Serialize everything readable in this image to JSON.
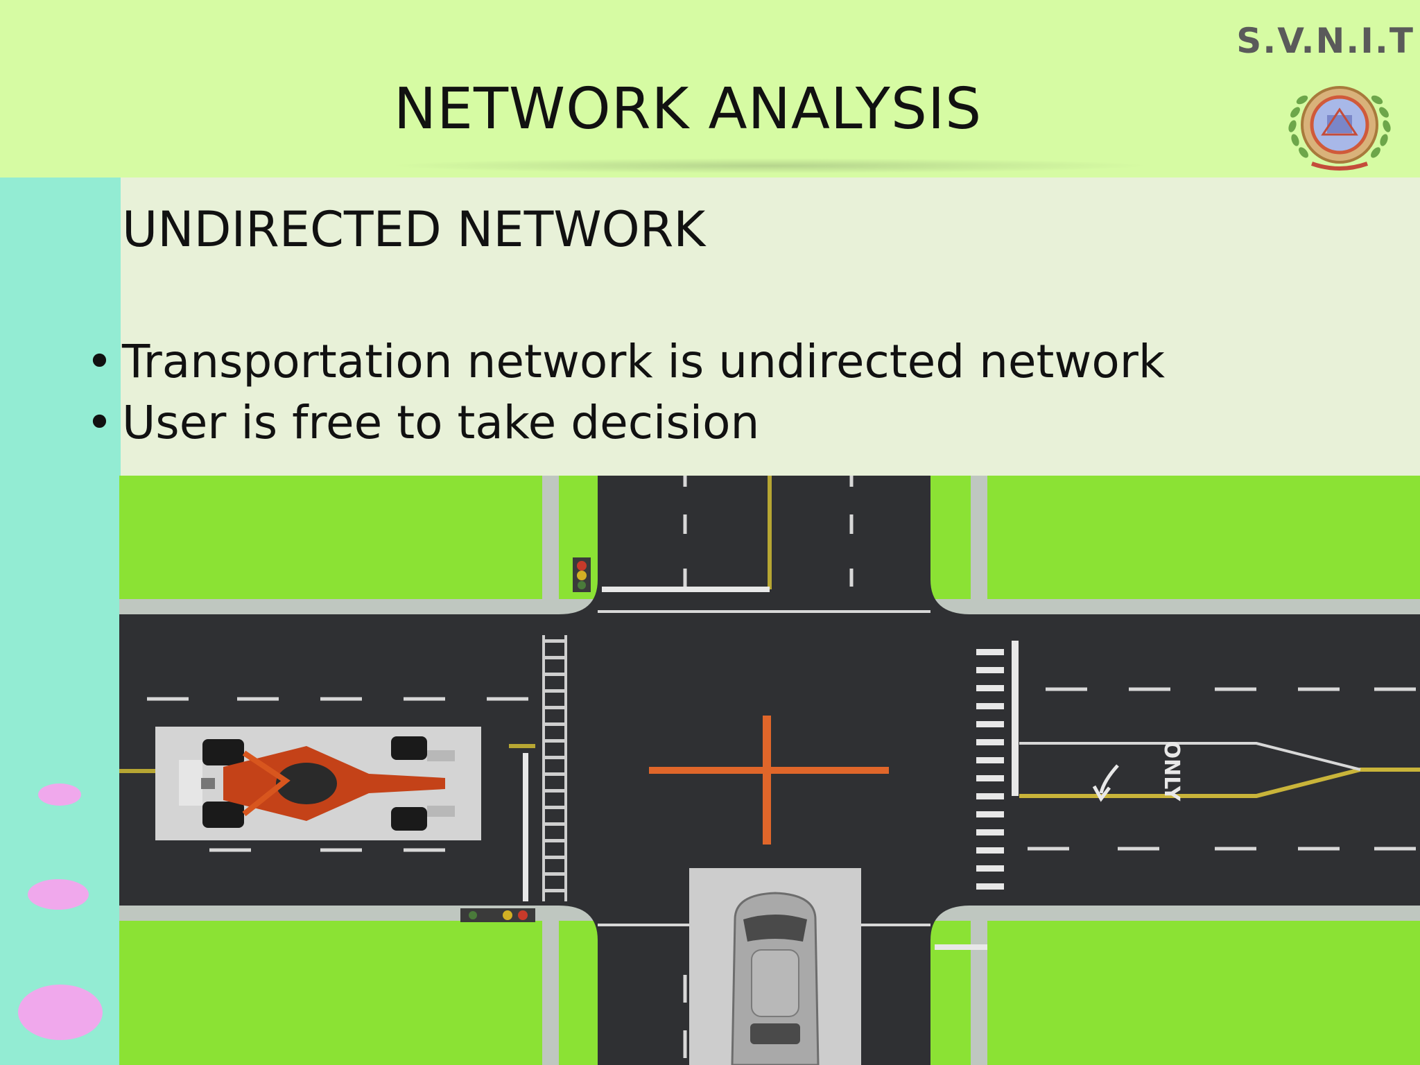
{
  "header": {
    "title": "NETWORK ANALYSIS",
    "brand": "S.V.N.I.T",
    "logo_icon": "institute-emblem-icon"
  },
  "content": {
    "subtitle": "UNDIRECTED NETWORK",
    "bullets": [
      "Transportation network is undirected network",
      "User is free to take decision"
    ]
  },
  "illustration": {
    "road_marking_text": "ONLY"
  },
  "colors": {
    "header_band": "#d6fba3",
    "side_band": "#93ecd3",
    "body": "#e8f1d8",
    "grass": "#8be234",
    "road": "#2f3033",
    "sidewalk": "#bfc7c0",
    "direction_arrows": "#e0662a",
    "decor_dots": "#f0a8ec"
  }
}
